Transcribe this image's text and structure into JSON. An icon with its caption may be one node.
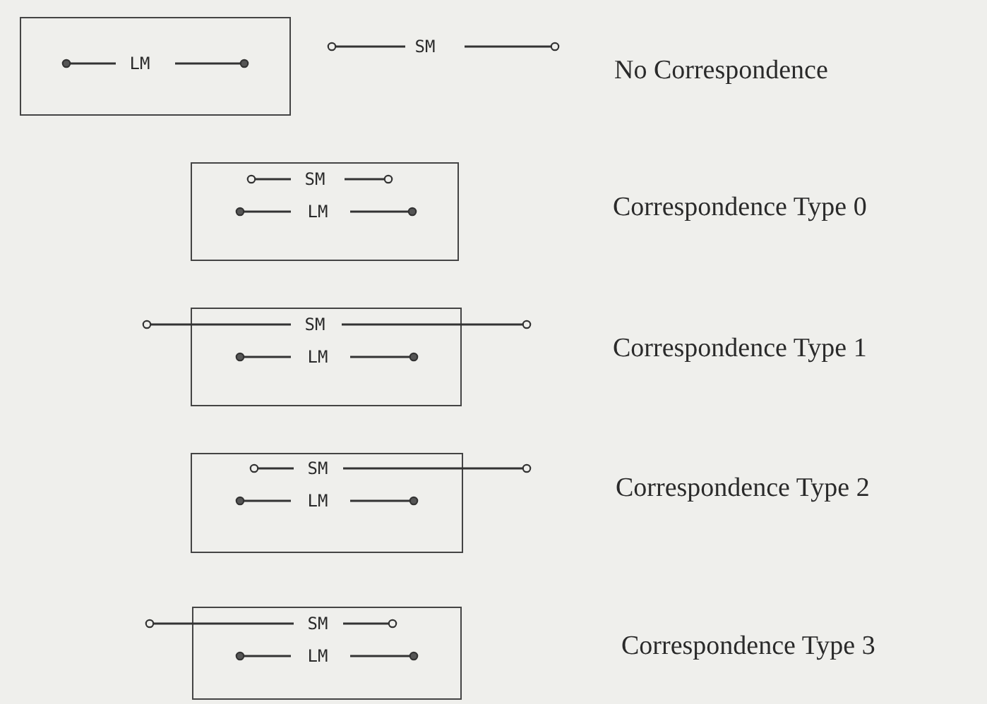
{
  "diagram": {
    "nodes": [
      {
        "text": [
          "LM"
        ]
      },
      {
        "text": [
          "SM",
          "LM"
        ]
      },
      {
        "text": [
          "SM",
          "LM"
        ]
      },
      {
        "text": [
          "SM",
          "LM"
        ]
      },
      {
        "text": [
          "SM",
          "LM"
        ]
      }
    ],
    "labels": [
      "SM",
      "No Correspondence",
      "Correspondence Type 0",
      "Correspondence Type 1",
      "Correspondence Type 2",
      "Correspondence Type 3"
    ]
  }
}
